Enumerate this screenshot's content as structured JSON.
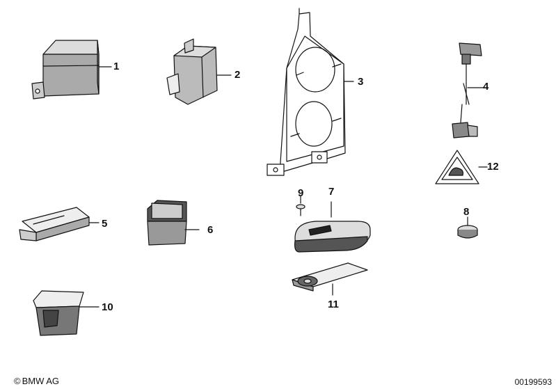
{
  "callouts": {
    "c1": "1",
    "c2": "2",
    "c3": "3",
    "c4": "4",
    "c5": "5",
    "c6": "6",
    "c7": "7",
    "c8": "8",
    "c9": "9",
    "c10": "10",
    "c11": "11",
    "c12": "12"
  },
  "footer": {
    "copyright_icon": "copyright-icon",
    "brand": "BMW AG",
    "diagram_number": "00199593"
  }
}
